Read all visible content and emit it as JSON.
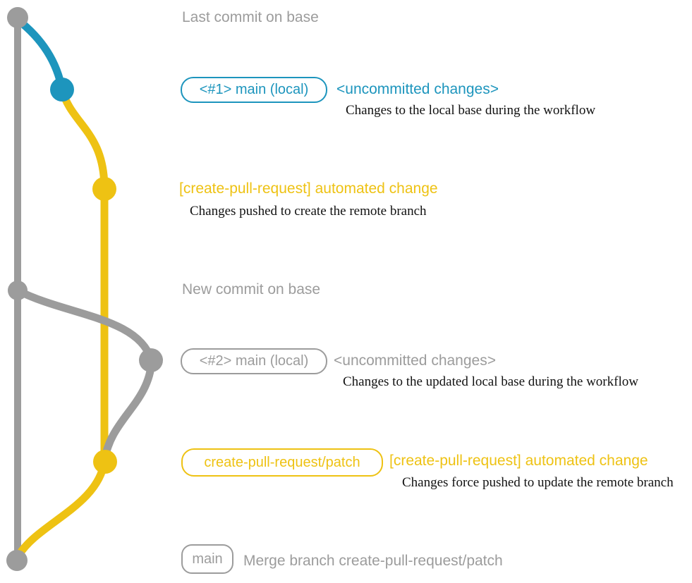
{
  "colors": {
    "background": "#ffffff",
    "gray": "#9c9c9c",
    "teal": "#1d95bd",
    "yellow": "#eec213",
    "ink": "#121212"
  },
  "rows": {
    "last_commit": {
      "note": "Last commit on base"
    },
    "local_1": {
      "badge": "<#1> main (local)",
      "title": "<uncommitted changes>",
      "desc": "Changes to the local base during the workflow"
    },
    "automated_1": {
      "title": "[create-pull-request] automated change",
      "desc": "Changes pushed to create the remote branch"
    },
    "new_commit": {
      "note": "New commit on base"
    },
    "local_2": {
      "badge": "<#2> main (local)",
      "title": "<uncommitted changes>",
      "desc": "Changes to the updated local base during the workflow"
    },
    "automated_2": {
      "badge": "create-pull-request/patch",
      "title": "[create-pull-request] automated change",
      "desc": "Changes force pushed to update the remote branch"
    },
    "merge": {
      "badge": "main",
      "note": "Merge branch create-pull-request/patch"
    }
  }
}
